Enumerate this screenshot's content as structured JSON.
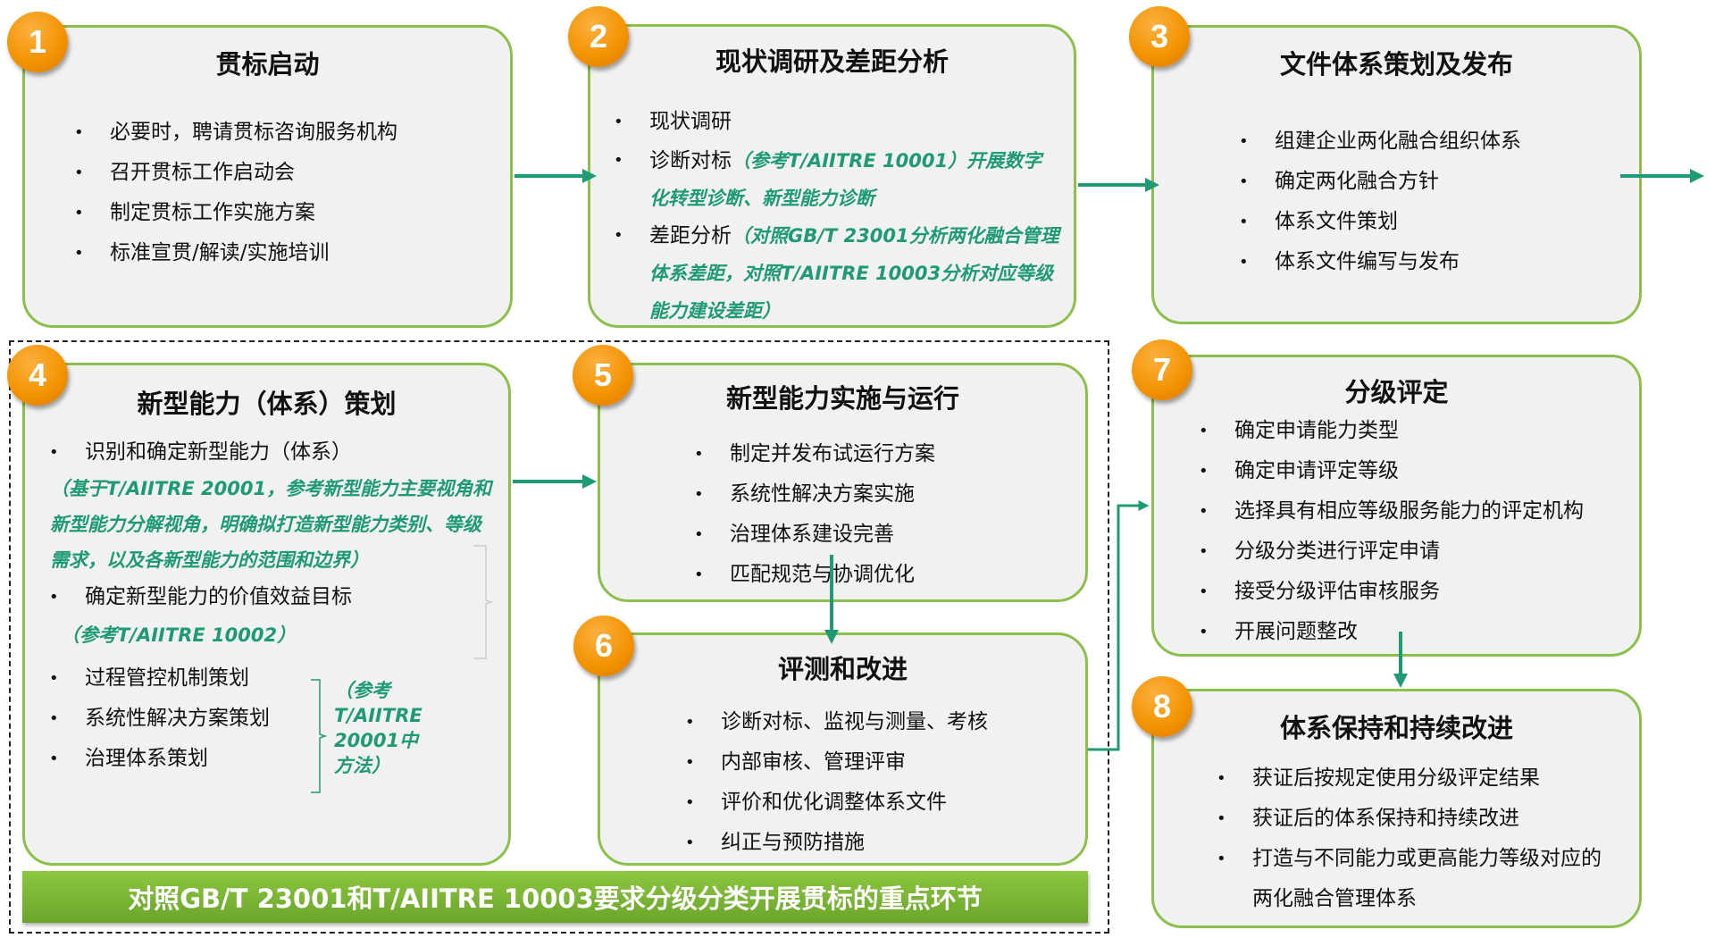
{
  "colors": {
    "accent": "#1f9a76",
    "border": "#8cc04a",
    "badge": "#f39200"
  },
  "steps": [
    {
      "num": "1",
      "title": "贯标启动",
      "items": [
        "必要时，聘请贯标咨询服务机构",
        "召开贯标工作启动会",
        "制定贯标工作实施方案",
        "标准宣贯/解读/实施培训"
      ]
    },
    {
      "num": "2",
      "title": "现状调研及差距分析",
      "items": [
        "现状调研",
        "诊断对标",
        "差距分析"
      ],
      "notes": [
        "（参考T/AIITRE 10001）开展数字化转型诊断、新型能力诊断",
        "（对照GB/T 23001分析两化融合管理体系差距，对照T/AIITRE 10003分析对应等级能力建设差距）"
      ]
    },
    {
      "num": "3",
      "title": "文件体系策划及发布",
      "items": [
        "组建企业两化融合组织体系",
        "确定两化融合方针",
        "体系文件策划",
        "体系文件编写与发布"
      ]
    },
    {
      "num": "4",
      "title": "新型能力（体系）策划",
      "items": [
        "识别和确定新型能力（体系）",
        "确定新型能力的价值效益目标",
        "过程管控机制策划",
        "系统性解决方案策划",
        "治理体系策划"
      ],
      "notes": [
        "（基于T/AIITRE 20001，参考新型能力主要视角和新型能力分解视角，明确拟打造新型能力类别、等级需求，以及各新型能力的范围和边界）",
        "（参考T/AIITRE 10002）",
        "（参考T/AIITRE 20001中方法）"
      ]
    },
    {
      "num": "5",
      "title": "新型能力实施与运行",
      "items": [
        "制定并发布试运行方案",
        "系统性解决方案实施",
        "治理体系建设完善",
        "匹配规范与协调优化"
      ]
    },
    {
      "num": "6",
      "title": "评测和改进",
      "items": [
        "诊断对标、监视与测量、考核",
        "内部审核、管理评审",
        "评价和优化调整体系文件",
        "纠正与预防措施"
      ]
    },
    {
      "num": "7",
      "title": "分级评定",
      "items": [
        "确定申请能力类型",
        "确定申请评定等级",
        "选择具有相应等级服务能力的评定机构",
        "分级分类进行评定申请",
        "接受分级评估审核服务",
        "开展问题整改"
      ]
    },
    {
      "num": "8",
      "title": "体系保持和持续改进",
      "items": [
        "获证后按规定使用分级评定结果",
        "获证后的体系保持和持续改进",
        "打造与不同能力或更高能力等级对应的两化融合管理体系"
      ]
    }
  ],
  "banner": "对照GB/T 23001和T/AIITRE 10003要求分级分类开展贯标的重点环节"
}
